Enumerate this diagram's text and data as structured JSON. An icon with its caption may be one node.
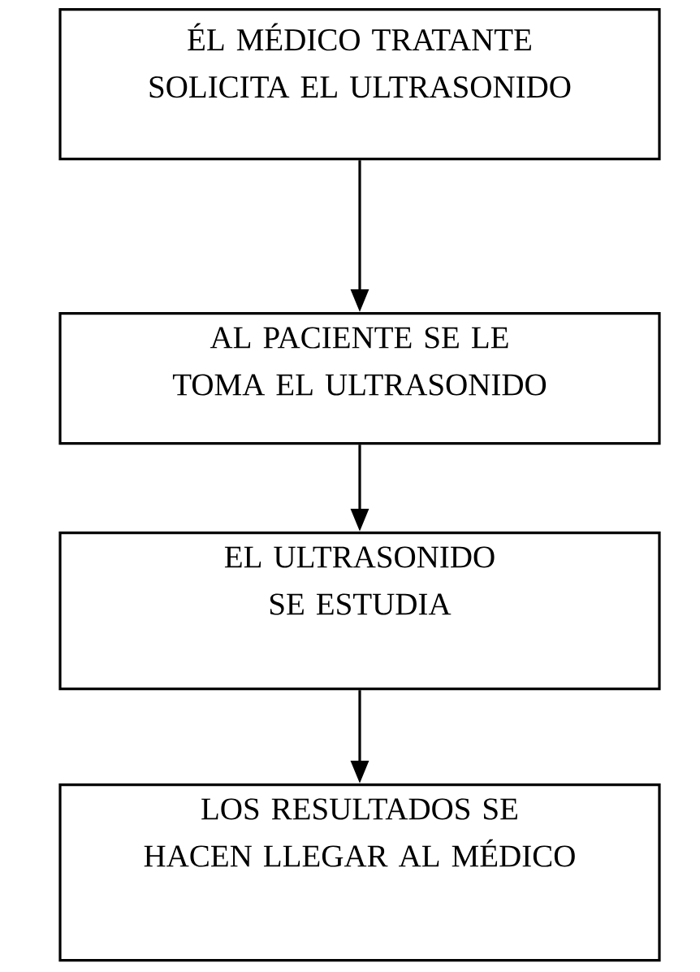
{
  "diagram": {
    "nodes": [
      {
        "text": [
          "ÉL MÉDICO TRATANTE SOLICITA EL ULTRASONIDO"
        ]
      },
      {
        "text": [
          "AL PACIENTE SE LE TOMA EL ULTRASONIDO"
        ]
      },
      {
        "text": [
          "EL ULTRASONIDO SE ESTUDIA"
        ]
      },
      {
        "text": [
          "LOS RESULTADOS SE HACEN LLEGAR AL MÉDICO"
        ]
      }
    ],
    "edges": [
      {
        "from": 0,
        "to": 1,
        "arrow": "to"
      },
      {
        "from": 1,
        "to": 2,
        "arrow": "to"
      },
      {
        "from": 2,
        "to": 3,
        "arrow": "to"
      }
    ]
  }
}
